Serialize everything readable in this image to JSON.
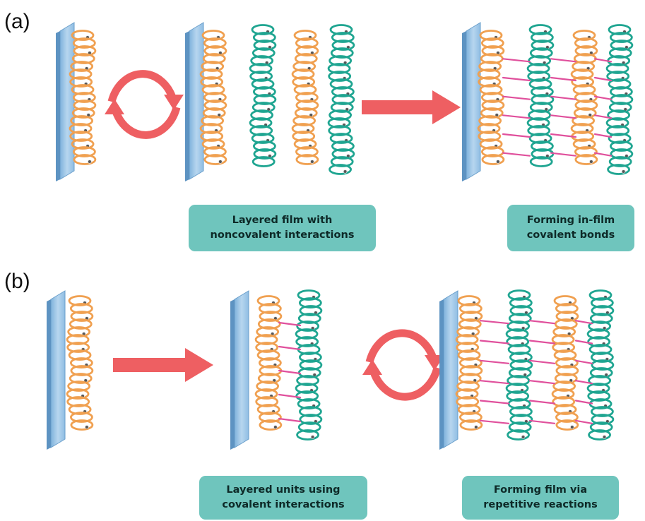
{
  "panels": [
    {
      "label": "(a)",
      "captions": [
        {
          "lines": [
            "Layered film with",
            "noncovalent interactions"
          ]
        },
        {
          "lines": [
            "Forming in-film",
            "covalent bonds"
          ]
        }
      ]
    },
    {
      "label": "(b)",
      "captions": [
        {
          "lines": [
            "Layered units using",
            "covalent interactions"
          ]
        },
        {
          "lines": [
            "Forming film via",
            "repetitive reactions"
          ]
        }
      ]
    }
  ],
  "colors": {
    "substrate": "#9fc6e6",
    "polymer_orange": "#f0a050",
    "polymer_teal": "#1fa591",
    "arrow": "#ee5f62",
    "bond": "#e0509c",
    "caption_bg": "#6fc5bd"
  }
}
